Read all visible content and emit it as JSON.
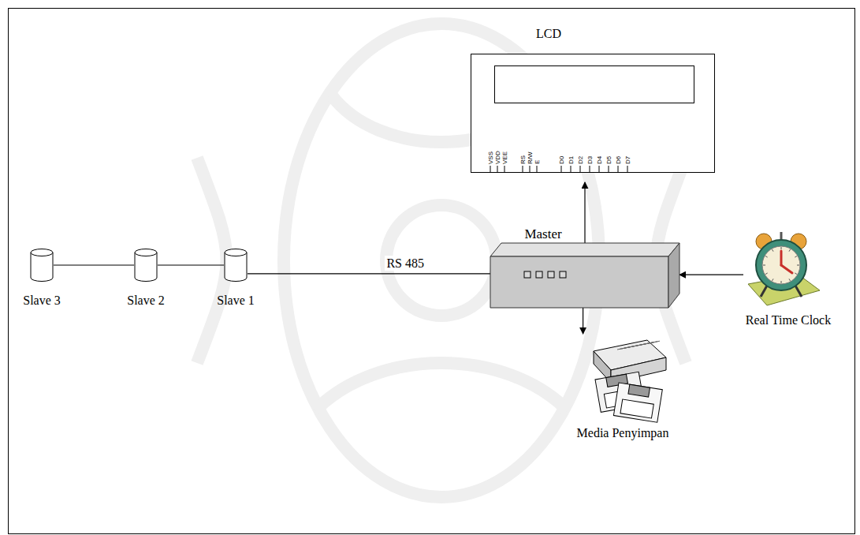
{
  "diagram": {
    "nodes": [
      {
        "text": [
          "LCD"
        ]
      },
      {
        "text": [
          "Master"
        ]
      },
      {
        "text": [
          "Slave 3"
        ]
      },
      {
        "text": [
          "Slave 2"
        ]
      },
      {
        "text": [
          "Slave 1"
        ]
      },
      {
        "text": [
          "Real Time Clock"
        ]
      },
      {
        "text": [
          "Media Penyimpan"
        ]
      }
    ],
    "edges": [
      {
        "from": 2,
        "to": 3,
        "arrow": "none"
      },
      {
        "from": 3,
        "to": 4,
        "arrow": "none"
      },
      {
        "from": 4,
        "to": 1,
        "label": "RS 485",
        "arrow": "none"
      },
      {
        "from": 1,
        "to": 0,
        "arrow": "to"
      },
      {
        "from": 5,
        "to": 1,
        "arrow": "to"
      },
      {
        "from": 1,
        "to": 6,
        "arrow": "to"
      }
    ],
    "labels": [
      "VSS",
      "VDD",
      "VEE",
      "RS",
      "R/W",
      "E",
      "D0",
      "D1",
      "D2",
      "D3",
      "D4",
      "D5",
      "D6",
      "D7"
    ]
  }
}
